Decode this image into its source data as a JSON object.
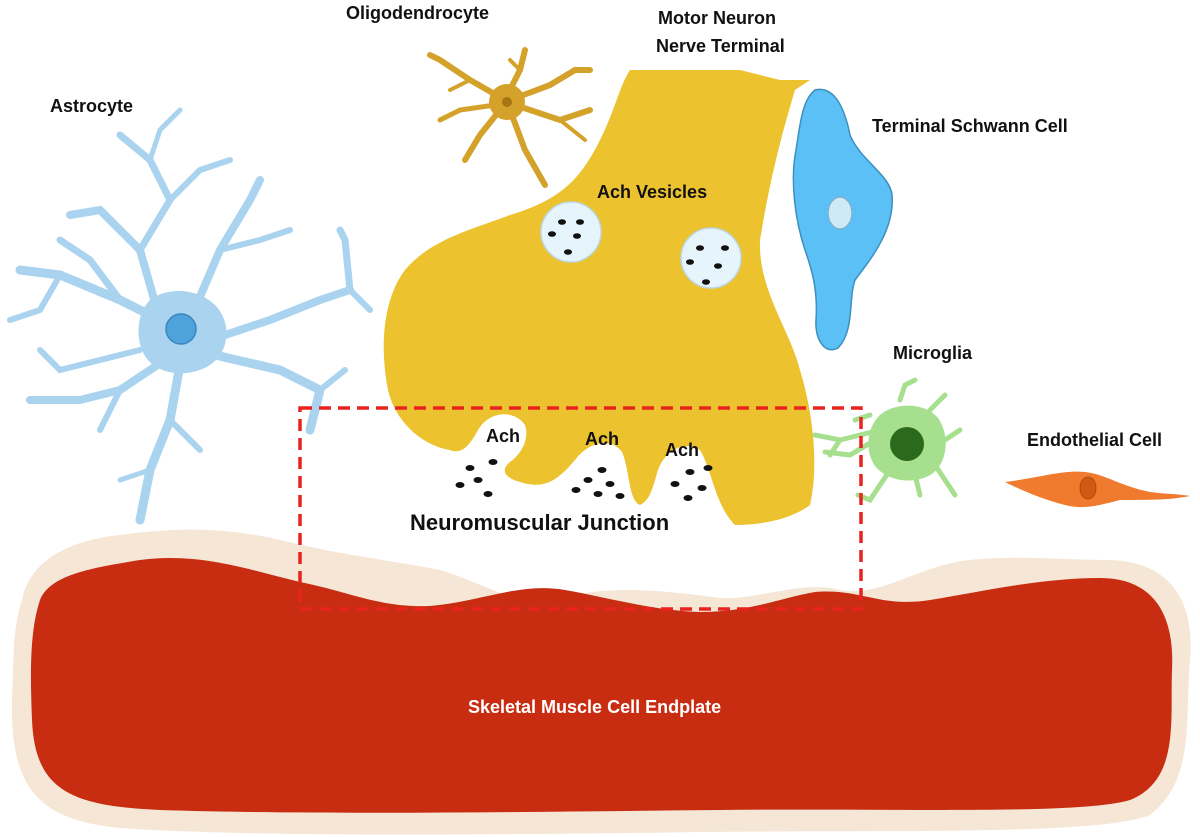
{
  "labels": {
    "oligodendrocyte": "Oligodendrocyte",
    "motor_neuron_line1": "Motor Neuron",
    "motor_neuron_line2": "Nerve Terminal",
    "astrocyte": "Astrocyte",
    "terminal_schwann": "Terminal Schwann Cell",
    "ach_vesicles": "Ach Vesicles",
    "microglia": "Microglia",
    "endothelial": "Endothelial Cell",
    "ach_1": "Ach",
    "ach_2": "Ach",
    "ach_3": "Ach",
    "nmj": "Neuromuscular Junction",
    "muscle": "Skeletal Muscle Cell Endplate"
  },
  "colors": {
    "astrocyte": "#a9d3ee",
    "astrocyte_nucleus": "#4fa3dc",
    "oligodendrocyte": "#d4a22a",
    "oligodendrocyte_nucleus": "#a67610",
    "neuron": "#ecc22f",
    "schwann": "#5bc0f5",
    "schwann_nucleus": "#cfe9f7",
    "microglia": "#a6e08f",
    "microglia_nucleus": "#2b6a1c",
    "endothelial": "#f07a2e",
    "endothelial_nucleus": "#d15a12",
    "muscle": "#c82d12",
    "muscle_halo": "#f5e6d6",
    "nmj_box": "#e8231d",
    "vesicle": "#e6f4fb"
  }
}
